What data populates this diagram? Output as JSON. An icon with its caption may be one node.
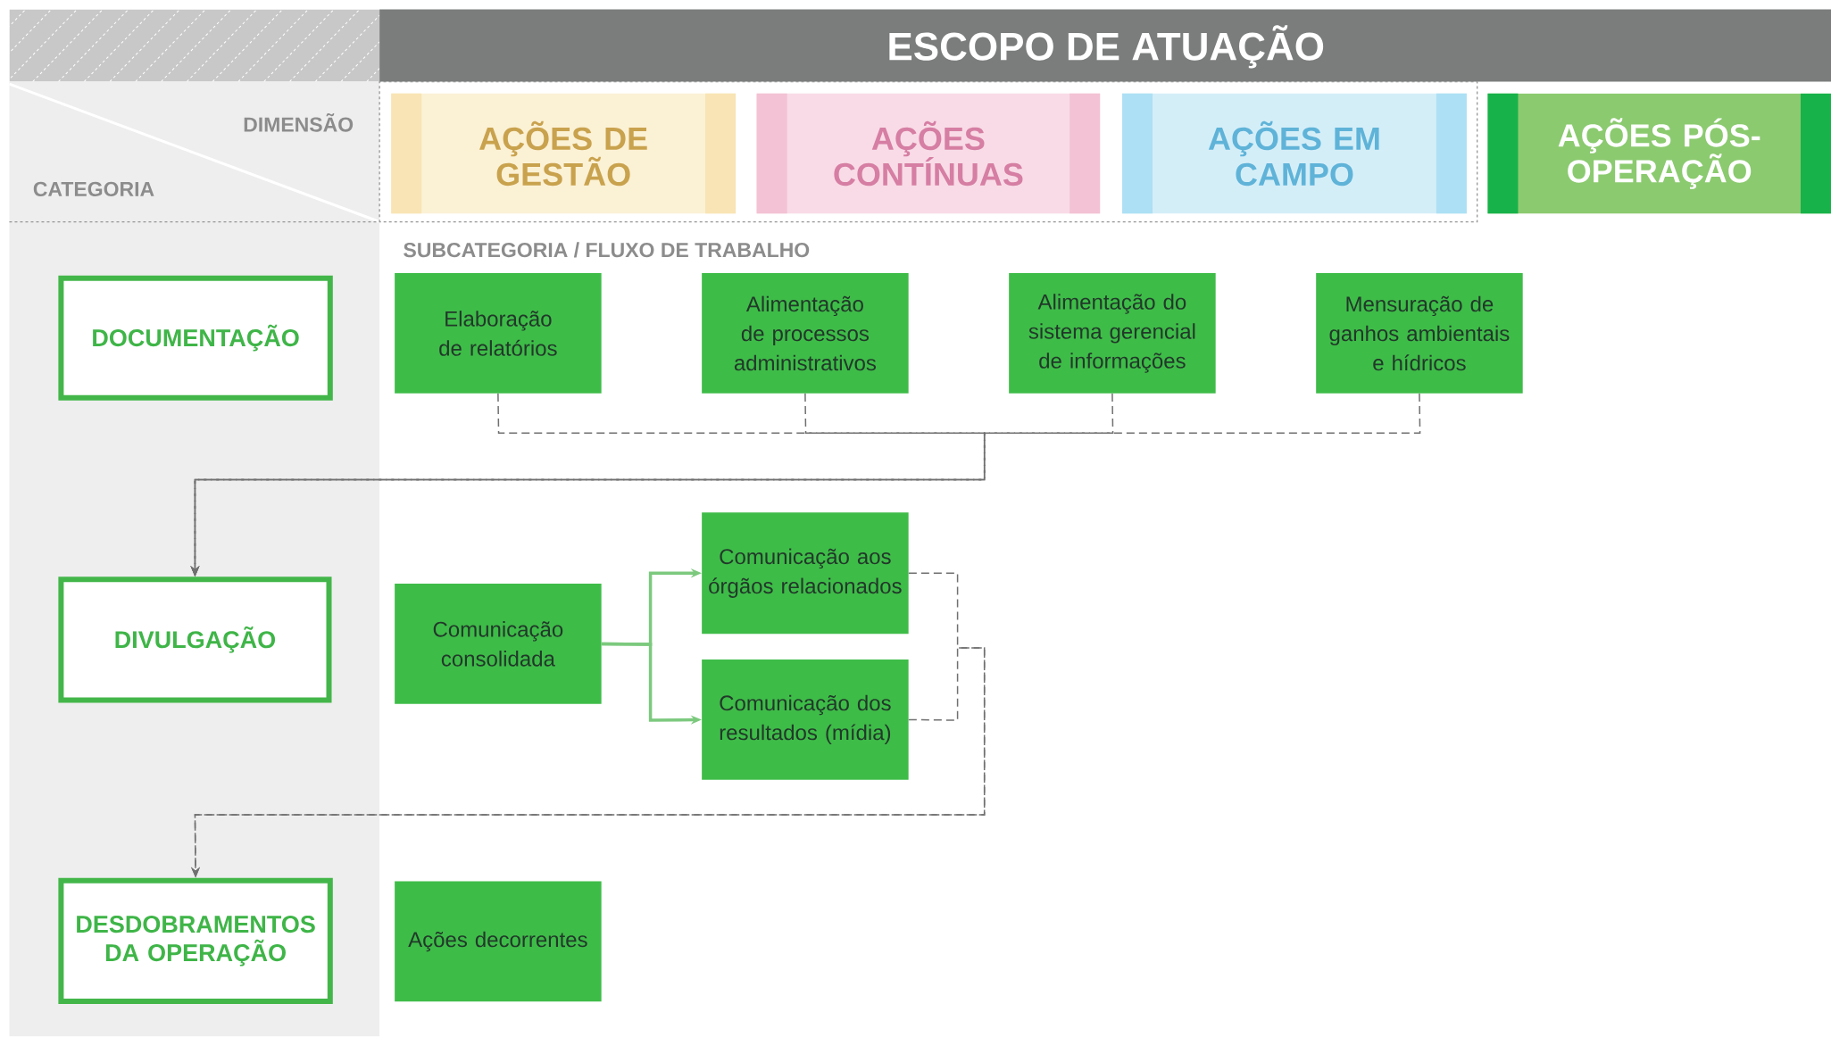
{
  "diagram": {
    "title": "ESCOPO DE ATUAÇÃO",
    "nodes": [
      {
        "text": [
          "AÇÕES DE GESTÃO"
        ]
      },
      {
        "text": [
          "AÇÕES CONTÍNUAS"
        ]
      },
      {
        "text": [
          "AÇÕES EM CAMPO"
        ]
      },
      {
        "text": [
          "AÇÕES PÓS-OPERAÇÃO"
        ]
      },
      {
        "text": [
          "DOCUMENTAÇÃO"
        ]
      },
      {
        "text": [
          "Elaboração de relatórios"
        ]
      },
      {
        "text": [
          "Alimentação de processos administrativos"
        ]
      },
      {
        "text": [
          "Alimentação do sistema gerencial de informações"
        ]
      },
      {
        "text": [
          "Mensuração de ganhos ambientais e hídricos"
        ]
      },
      {
        "text": [
          "DIVULGAÇÃO"
        ]
      },
      {
        "text": [
          "Comunicação consolidada"
        ]
      },
      {
        "text": [
          "Comunicação aos órgãos relacionados"
        ]
      },
      {
        "text": [
          "Comunicação dos resultados (mídia)"
        ]
      },
      {
        "text": [
          "DESDOBRAMENTOS DA OPERAÇÃO"
        ]
      },
      {
        "text": [
          "Ações decorrentes"
        ]
      }
    ],
    "edges": [
      {
        "from": 5,
        "to": 9,
        "arrow": "to",
        "style": "dashed"
      },
      {
        "from": 6,
        "to": 9,
        "arrow": "to",
        "style": "dashed"
      },
      {
        "from": 7,
        "to": 9,
        "arrow": "to",
        "style": "dashed"
      },
      {
        "from": 8,
        "to": 9,
        "arrow": "to",
        "style": "dashed"
      },
      {
        "from": 10,
        "to": 11,
        "arrow": "to",
        "color": "#7cc97e"
      },
      {
        "from": 10,
        "to": 12,
        "arrow": "to",
        "color": "#7cc97e"
      },
      {
        "from": 11,
        "to": 13,
        "arrow": "to",
        "style": "dashed"
      },
      {
        "from": 12,
        "to": 13,
        "arrow": "to",
        "style": "dashed"
      }
    ],
    "labels": [
      "DIMENSÃO",
      "CATEGORIA",
      "SUBCATEGORIA / FLUXO DE TRABALHO"
    ]
  }
}
